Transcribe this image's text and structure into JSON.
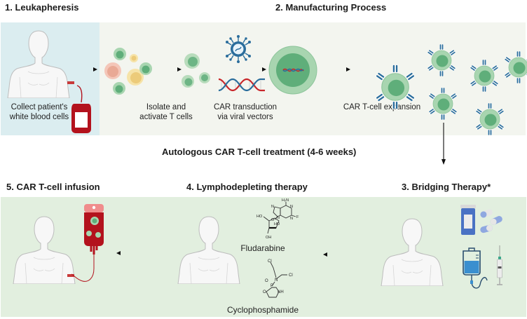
{
  "title": "Autologous CAR T-cell treatment (4-6 weeks)",
  "colors": {
    "leukapheresis_bg": "#dbedf0",
    "manufacturing_bg": "#f3f5ef",
    "treatment_bg": "#e2efdf",
    "cell_green": "#a8d5b0",
    "cell_nucleus": "#5fae7a",
    "receptor_blue": "#2a6d9c",
    "blood_red": "#b3121d"
  },
  "steps": [
    {
      "number": "1.",
      "heading": "1. Leukapheresis",
      "caption_lines": [
        "Collect patient's",
        "white blood cells"
      ]
    },
    {
      "number": "2.",
      "heading": "2. Manufacturing Process",
      "substeps": [
        {
          "caption_lines": [
            "Isolate and",
            "activate T cells"
          ]
        },
        {
          "caption_lines": [
            "CAR transduction",
            "via viral vectors"
          ]
        },
        {
          "caption_lines": [
            "CAR T-cell expansion"
          ]
        }
      ]
    },
    {
      "number": "3.",
      "heading": "3. Bridging Therapy*"
    },
    {
      "number": "4.",
      "heading": "4. Lymphodepleting therapy",
      "drugs": [
        {
          "name": "Fludarabine",
          "structure_labels": [
            "H₂N",
            "N",
            "N",
            "N",
            "N",
            "F",
            "HO",
            "O",
            "HO",
            "OH"
          ]
        },
        {
          "name": "Cyclophosphamide",
          "structure_labels": [
            "Cl",
            "Cl",
            "O",
            "P",
            "N",
            "O",
            "NH"
          ]
        }
      ]
    },
    {
      "number": "5.",
      "heading": "5. CAR T-cell infusion"
    }
  ],
  "icons": {
    "patient": "human-torso-icon",
    "blood_bag": "blood-bag-icon",
    "virus": "viral-vector-icon",
    "dna": "dna-icon",
    "car_t_cell": "car-t-cell-icon",
    "pill_bottle": "pill-bottle-icon",
    "capsule": "capsule-icon",
    "iv_bag": "iv-bag-icon",
    "syringe": "syringe-icon",
    "arrow": "arrow-icon"
  }
}
